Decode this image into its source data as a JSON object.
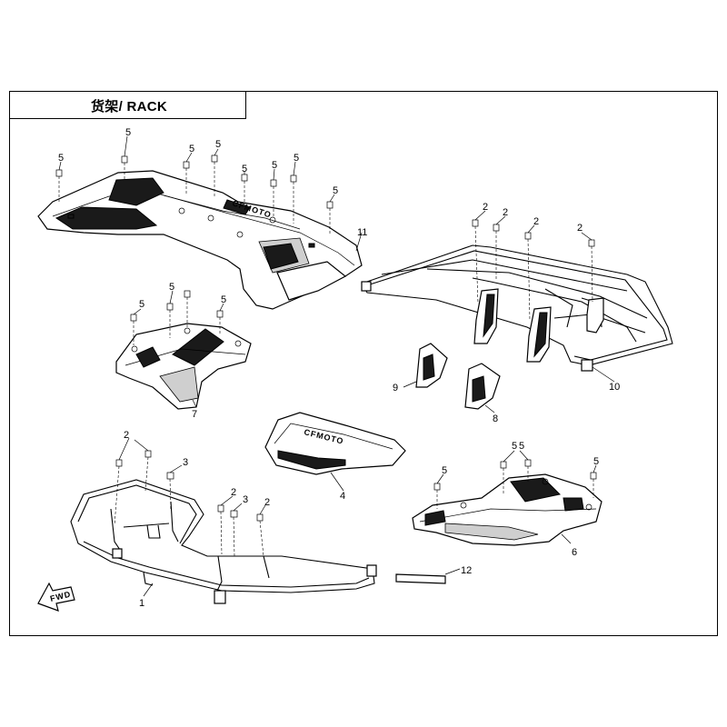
{
  "title": "货架/ RACK",
  "fwd_label": "FWD",
  "logo_text": "CFMOTO",
  "callouts": {
    "c1": "1",
    "c2": "2",
    "c3": "3",
    "c4": "4",
    "c5": "5",
    "c6": "6",
    "c7": "7",
    "c8": "8",
    "c9": "9",
    "c10": "10",
    "c11": "11",
    "c12": "12"
  },
  "colors": {
    "line": "#000000",
    "fill_dark": "#1a1a1a",
    "fill_grey": "#cfcfcf",
    "background": "#ffffff"
  }
}
